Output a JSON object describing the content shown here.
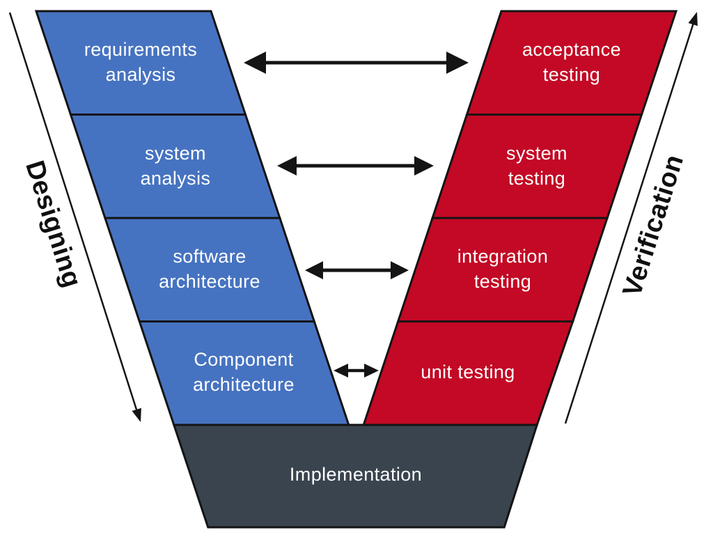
{
  "left_column": {
    "side_label": "Designing",
    "blocks": [
      {
        "label": "requirements\nanalysis"
      },
      {
        "label": "system\nanalysis"
      },
      {
        "label": "software\narchitecture"
      },
      {
        "label": "Component\narchitecture"
      }
    ]
  },
  "right_column": {
    "side_label": "Verification",
    "blocks": [
      {
        "label": "acceptance\ntesting"
      },
      {
        "label": "system\ntesting"
      },
      {
        "label": "integration\ntesting"
      },
      {
        "label": "unit testing"
      }
    ]
  },
  "base_block": {
    "label": "Implementation"
  },
  "connections": [
    {
      "between": [
        "requirements analysis",
        "acceptance testing"
      ],
      "style": "double-headed-arrow"
    },
    {
      "between": [
        "system analysis",
        "system testing"
      ],
      "style": "double-headed-arrow"
    },
    {
      "between": [
        "software architecture",
        "integration testing"
      ],
      "style": "double-headed-arrow"
    },
    {
      "between": [
        "Component architecture",
        "unit testing"
      ],
      "style": "double-headed-arrow"
    }
  ],
  "colors": {
    "design_blue": "#4673C1",
    "testing_red": "#C30925",
    "implementation_dark": "#39444E",
    "outline_black": "#141414",
    "label_white": "#FFFFFF",
    "side_label_black": "#0F0F0F"
  }
}
